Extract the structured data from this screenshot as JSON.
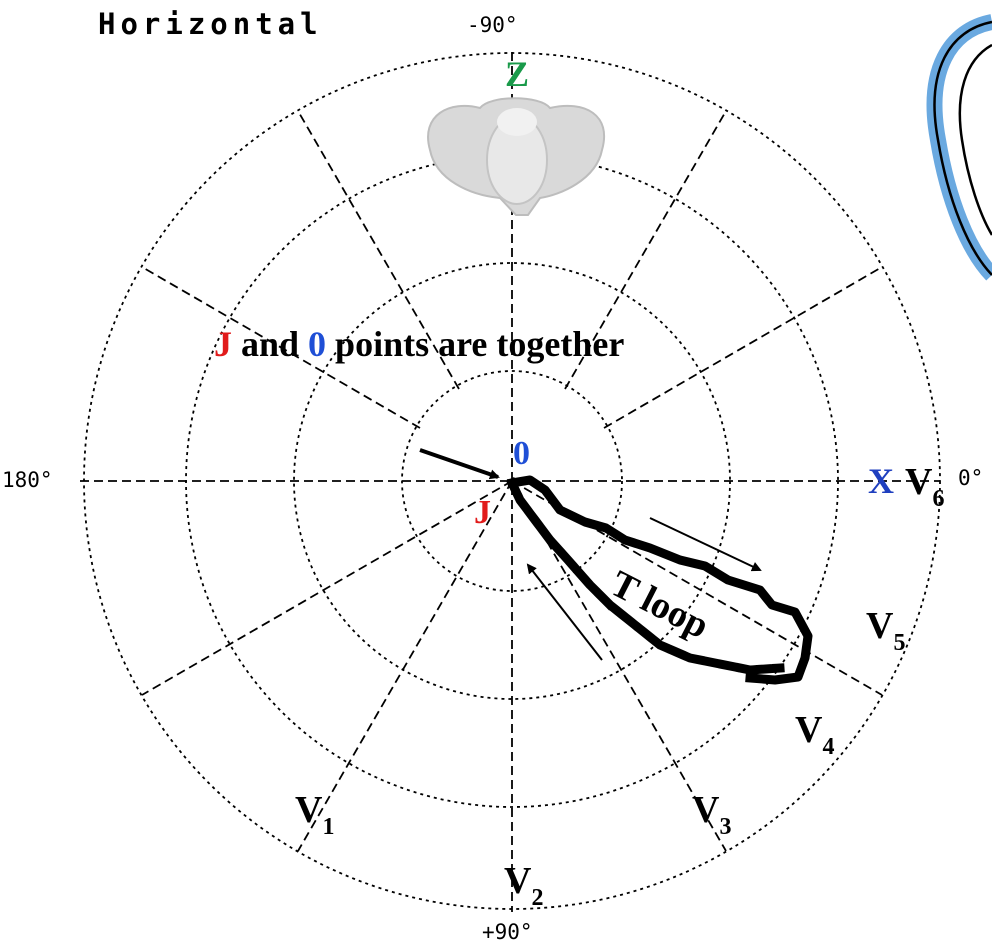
{
  "title": "Horizontal",
  "angles": {
    "top": "-90°",
    "left": "180°",
    "right": "0°",
    "bottom": "+90°"
  },
  "axes": {
    "z": "Z",
    "x": "X"
  },
  "annotation": {
    "j": "J",
    "and": " and ",
    "zero": "0",
    "rest": " points are together"
  },
  "points": {
    "zero": "0",
    "j": "J"
  },
  "loop_label": "T loop",
  "leads": [
    {
      "main": "V",
      "sub": "1"
    },
    {
      "main": "V",
      "sub": "2"
    },
    {
      "main": "V",
      "sub": "3"
    },
    {
      "main": "V",
      "sub": "4"
    },
    {
      "main": "V",
      "sub": "5"
    },
    {
      "main": "V",
      "sub": "6"
    }
  ],
  "colors": {
    "z": "#1a9a4a",
    "x": "#1f3fbf",
    "j": "#e11b1b",
    "zero": "#1f4fd6",
    "heart_outline": "#6aa9e0"
  }
}
